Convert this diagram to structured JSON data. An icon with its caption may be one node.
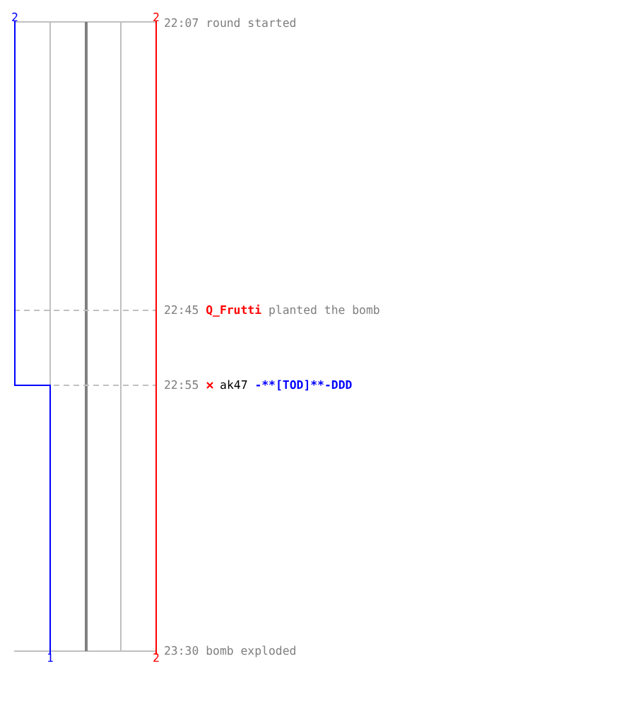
{
  "diagram": {
    "labels": [
      "2",
      "2",
      "22:07",
      "round started",
      "22:45",
      "Q_Frutti",
      "planted the bomb",
      "22:55",
      "ak47",
      "-**[TOD]**-DDD",
      "1",
      "2",
      "23:30",
      "bomb exploded"
    ]
  }
}
